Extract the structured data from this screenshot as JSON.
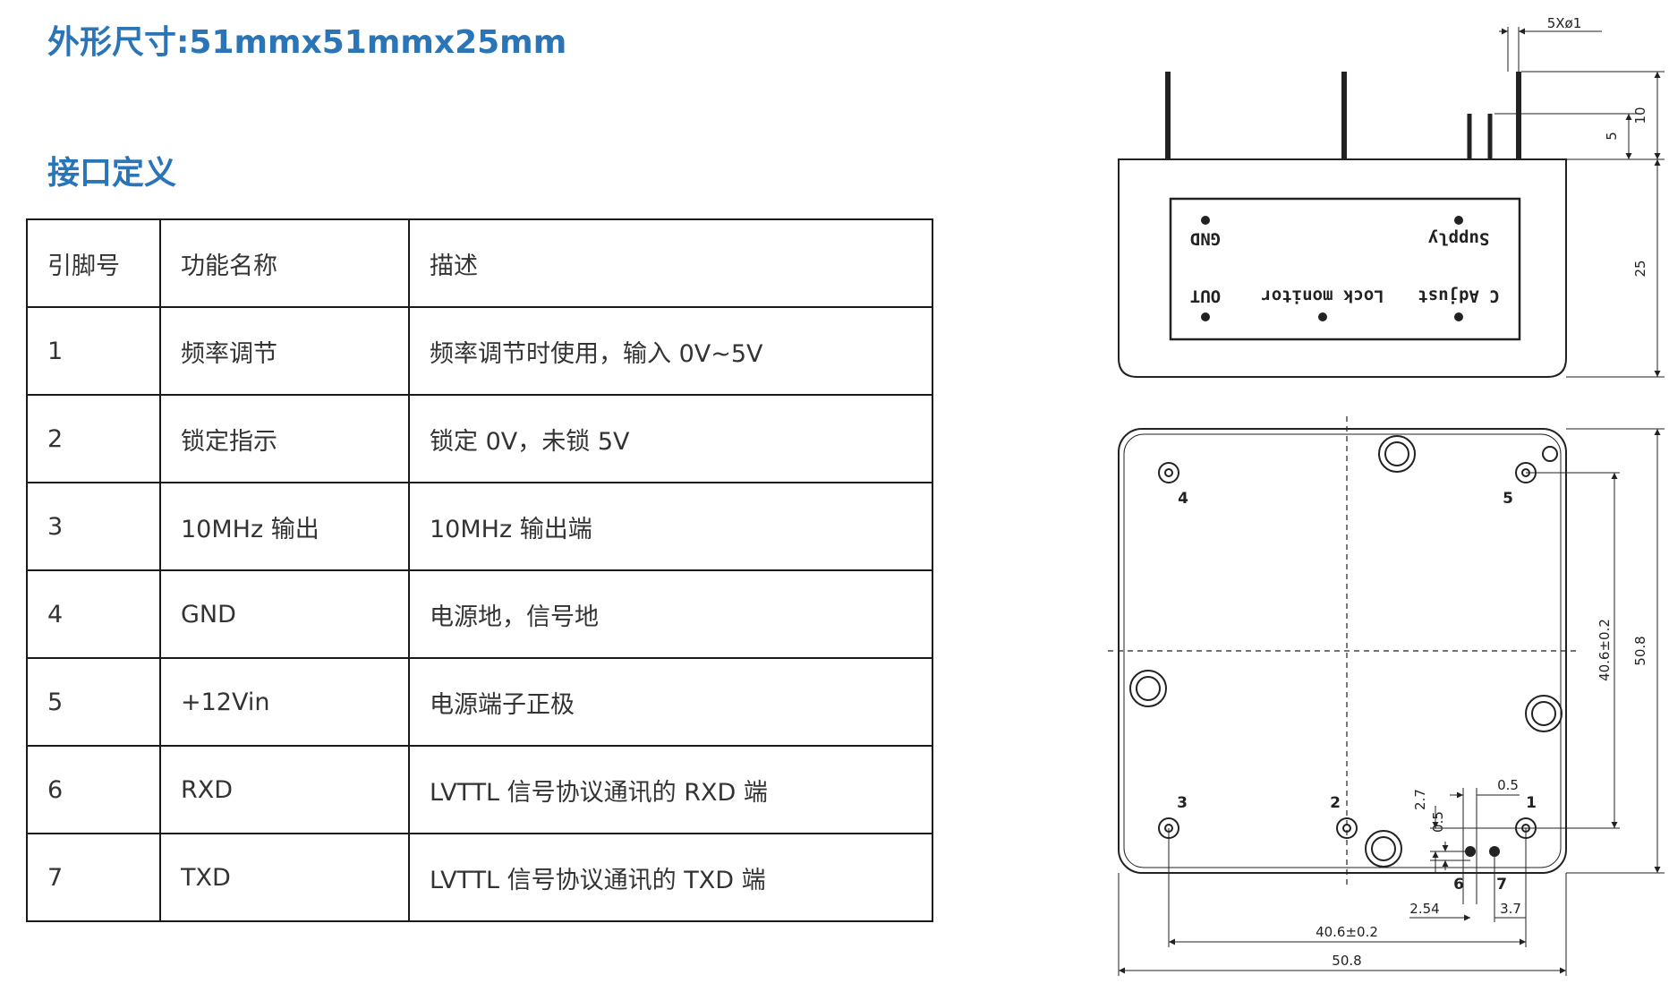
{
  "dimensions_title": "外形尺寸:51mmx51mmx25mm",
  "interface_title": "接口定义",
  "table": {
    "headers": [
      "引脚号",
      "功能名称",
      "描述"
    ],
    "rows": [
      [
        "1",
        "频率调节",
        "频率调节时使用，输入 0V~5V"
      ],
      [
        "2",
        "锁定指示",
        "锁定 0V，未锁 5V"
      ],
      [
        "3",
        "10MHz 输出",
        "10MHz 输出端"
      ],
      [
        "4",
        "GND",
        "电源地，信号地"
      ],
      [
        "5",
        "+12Vin",
        "电源端子正极"
      ],
      [
        "6",
        "RXD",
        "LVTTL 信号协议通讯的 RXD 端"
      ],
      [
        "7",
        "TXD",
        "LVTTL 信号协议通讯的 TXD 端"
      ]
    ]
  },
  "drawing": {
    "side_view": {
      "labels": {
        "gnd": "GND",
        "supply": "Supply",
        "out": "OUT",
        "lock_monitor": "Lock monitor",
        "c_adjust": "C Adjust"
      },
      "dimensions": {
        "pin_diameter": "5Xø1",
        "pin_length": "10",
        "short_pin": "5",
        "height": "25"
      }
    },
    "bottom_view": {
      "pin_numbers": [
        "1",
        "2",
        "3",
        "4",
        "5",
        "6",
        "7"
      ],
      "dimensions": {
        "pitch_vertical": "40.6±0.2",
        "size_vertical": "50.8",
        "pitch_horizontal": "40.6±0.2",
        "size_horizontal": "50.8",
        "d_0_5_top": "0.5",
        "d_2_7": "2.7",
        "d_0_5_side": "0.5",
        "d_2_54": "2.54",
        "d_3_7": "3.7"
      }
    }
  },
  "colors": {
    "title": "#2a74b8",
    "text": "#333333",
    "line": "#1a1a1a"
  }
}
